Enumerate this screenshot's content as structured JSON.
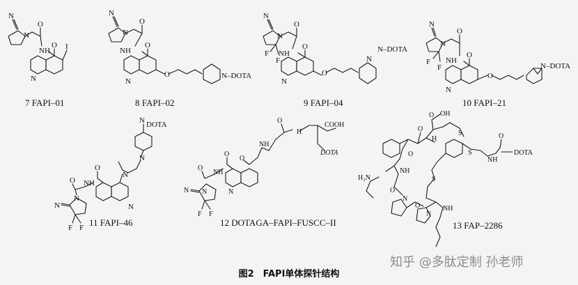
{
  "compounds": [
    {
      "label": "7 FAPI–01"
    },
    {
      "label": "8 FAPI–02"
    },
    {
      "label": "9 FAPI–04"
    },
    {
      "label": "10 FAPI–21"
    },
    {
      "label": "11 FAPI–46"
    },
    {
      "label": "12 DOTAGA–FAPI–FUSCC–II"
    },
    {
      "label": "13 FAP–2286"
    }
  ],
  "atoms": {
    "n": "N",
    "o": "O",
    "f": "F",
    "i": "I",
    "nh": "NH",
    "h2n": "H₂N",
    "h": "H",
    "dota": "DOTA",
    "ndota": "N–DOTA",
    "dota_it": "DOTA",
    "cooh": "COOH",
    "oh": "OH",
    "s": "S"
  },
  "caption": "图2　FAPI单体探针结构",
  "watermark": "知乎 @多肽定制 孙老师"
}
